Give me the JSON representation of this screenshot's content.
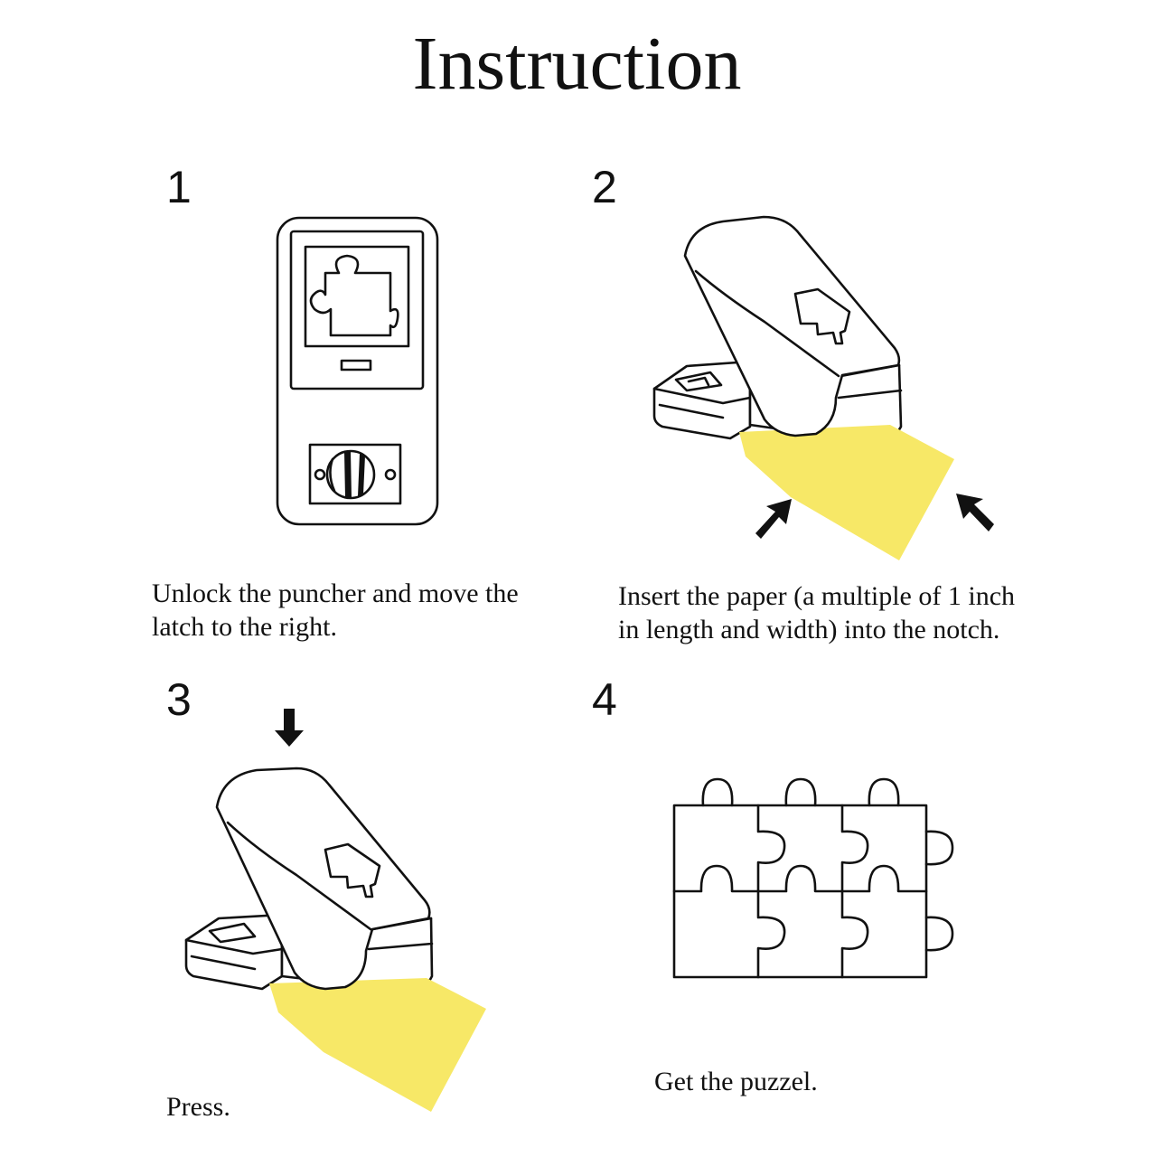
{
  "title": "Instruction",
  "colors": {
    "paper": "#f7e867",
    "ink": "#111111"
  },
  "icons": [
    "down-arrow-icon",
    "up-right-arrow-icon",
    "up-left-arrow-icon"
  ],
  "steps": [
    {
      "number": "1",
      "caption": [
        "Unlock the puncher and move the",
        "latch to the right."
      ]
    },
    {
      "number": "2",
      "caption": [
        "Insert the paper (a multiple of 1 inch",
        "in length and width) into the notch."
      ]
    },
    {
      "number": "3",
      "caption": [
        "Press."
      ]
    },
    {
      "number": "4",
      "caption": [
        "Get the puzzel."
      ]
    }
  ]
}
